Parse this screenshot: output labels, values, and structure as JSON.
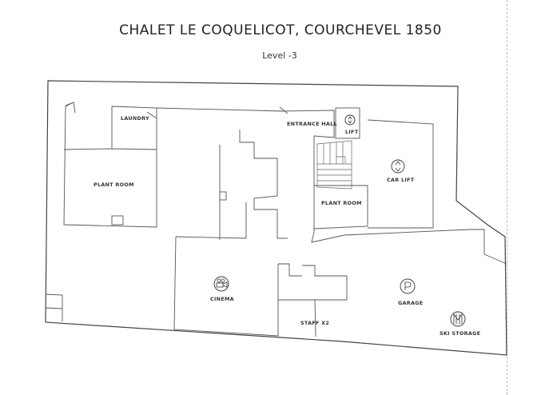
{
  "header": {
    "title": "CHALET LE COQUELICOT, COURCHEVEL 1850",
    "subtitle": "Level -3"
  },
  "rooms": {
    "laundry": "LAUNDRY",
    "plant_room_left": "PLANT ROOM",
    "entrance_hall": "ENTRANCE HALL",
    "lift": "LIFT",
    "car_lift": "CAR LIFT",
    "plant_room_center": "PLANT ROOM",
    "cinema": "CINEMA",
    "garage": "GARAGE",
    "staff": "STAFF X2",
    "ski_storage": "SKI STORAGE"
  },
  "icons": {
    "lift": "lift-icon",
    "car_lift": "car-lift-icon",
    "cinema": "cinema-icon",
    "garage": "parking-icon",
    "ski_storage": "ski-storage-icon"
  }
}
